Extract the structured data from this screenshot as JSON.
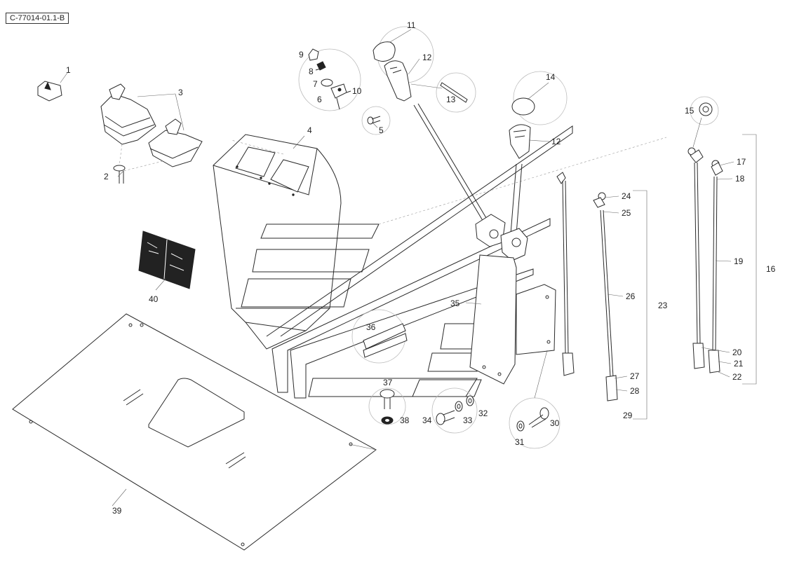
{
  "reference": "C-77014-01.1-B",
  "callouts": [
    "1",
    "2",
    "3",
    "4",
    "5",
    "6",
    "7",
    "8",
    "9",
    "10",
    "11",
    "12",
    "13",
    "14",
    "12",
    "15",
    "16",
    "17",
    "18",
    "19",
    "20",
    "21",
    "22",
    "23",
    "24",
    "25",
    "26",
    "27",
    "28",
    "29",
    "30",
    "31",
    "32",
    "33",
    "34",
    "35",
    "36",
    "37",
    "38",
    "39",
    "40"
  ]
}
